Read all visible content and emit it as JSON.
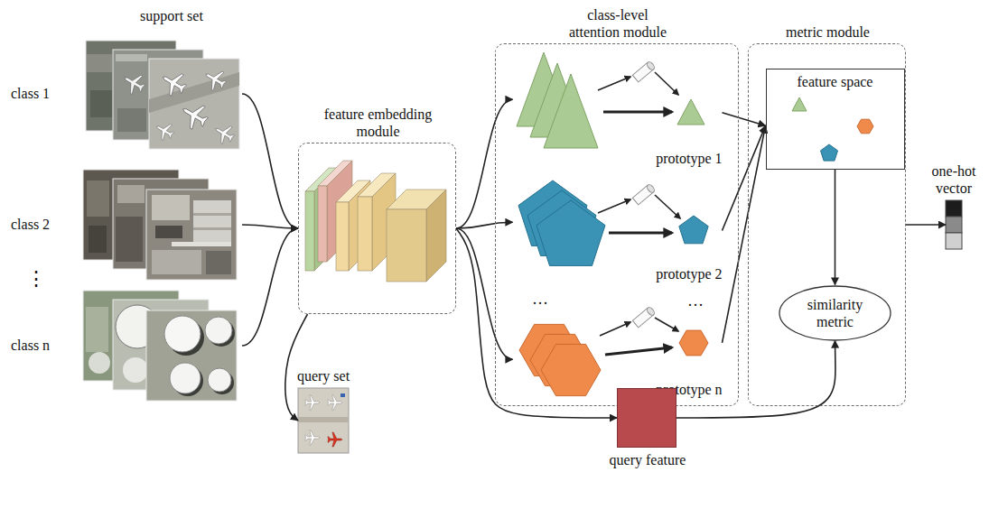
{
  "diagram": {
    "nodes": [
      {
        "text": [
          "class 1"
        ]
      },
      {
        "text": [
          "class 2"
        ]
      },
      {
        "text": [
          "class n"
        ]
      },
      {
        "text": [
          "feature embedding module"
        ]
      },
      {
        "text": [
          "query set"
        ]
      },
      {
        "text": [
          "class-level attention module"
        ]
      },
      {
        "text": [
          "prototype 1"
        ],
        "in": 5
      },
      {
        "text": [
          "prototype 2"
        ],
        "in": 5
      },
      {
        "text": [
          "prototype n"
        ],
        "in": 5
      },
      {
        "text": [
          "metric module"
        ]
      },
      {
        "text": [
          "feature space"
        ],
        "in": 9
      },
      {
        "text": [
          "similarity metric"
        ],
        "in": 9
      },
      {
        "text": [
          "query feature"
        ]
      },
      {
        "text": [
          "one-hot vector"
        ]
      }
    ],
    "edges": [
      {
        "from": 0,
        "to": 3,
        "arrow": "to"
      },
      {
        "from": 1,
        "to": 3,
        "arrow": "to"
      },
      {
        "from": 2,
        "to": 3,
        "arrow": "to"
      },
      {
        "from": 3,
        "to": 4,
        "arrow": "to"
      },
      {
        "from": 3,
        "to": 6,
        "arrow": "to"
      },
      {
        "from": 3,
        "to": 7,
        "arrow": "to"
      },
      {
        "from": 3,
        "to": 8,
        "arrow": "to"
      },
      {
        "from": 3,
        "to": 12,
        "arrow": "to"
      },
      {
        "from": 6,
        "to": 10,
        "arrow": "to"
      },
      {
        "from": 7,
        "to": 10,
        "arrow": "to"
      },
      {
        "from": 8,
        "to": 10,
        "arrow": "to"
      },
      {
        "from": 10,
        "to": 11,
        "arrow": "to"
      },
      {
        "from": 12,
        "to": 11,
        "arrow": "to"
      },
      {
        "from": 9,
        "to": 13,
        "arrow": "to"
      }
    ],
    "labels": [
      "support set",
      "⋮",
      "···",
      "···"
    ]
  }
}
